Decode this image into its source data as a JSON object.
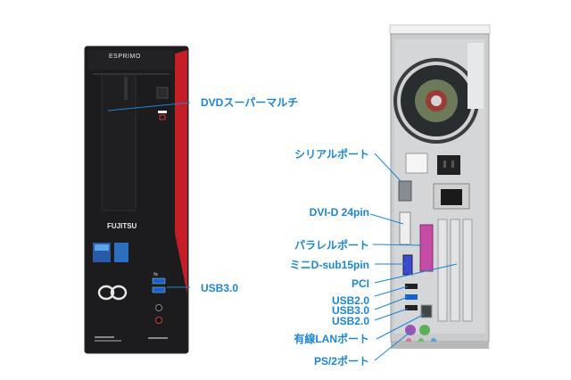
{
  "front_pc": {
    "brand_top": "ESPRIMO",
    "brand_logo": "FUJITSU",
    "colors": {
      "case": "#1c1c1e",
      "accent": "#c41f26",
      "callout": "#1a86d9"
    }
  },
  "labels": {
    "dvd": "DVDスーパーマルチ",
    "usb3_front": "USB3.0",
    "serial": "シリアルポート",
    "dvi": "DVI-D 24pin",
    "parallel": "パラレルポート",
    "vga": "ミニD-sub15pin",
    "pci": "PCI",
    "usb20_a": "USB2.0",
    "usb30_rear": "USB3.0",
    "usb20_b": "USB2.0",
    "lan": "有線LANポート",
    "ps2": "PS/2ポート"
  }
}
